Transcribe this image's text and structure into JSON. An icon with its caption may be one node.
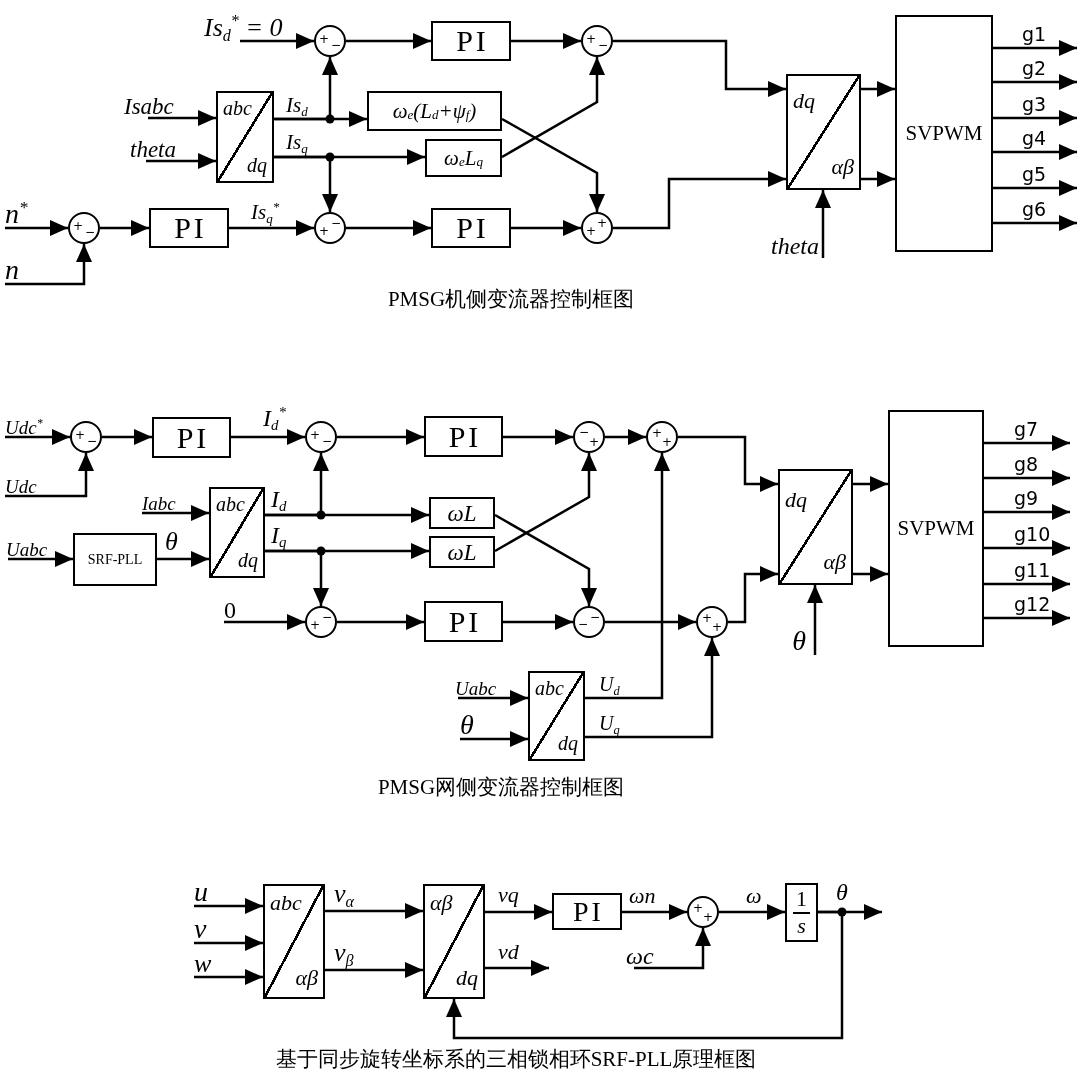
{
  "diagram": {
    "nodes": [
      {
        "text": [
          "Is$_{d}$$^{*}$ = 0"
        ]
      },
      {
        "text": [
          "+",
          "−"
        ]
      },
      {
        "text": [
          "PI"
        ]
      },
      {
        "text": [
          "+",
          "−"
        ]
      },
      {
        "text": [
          "Isabc"
        ]
      },
      {
        "text": [
          "theta"
        ]
      },
      {
        "text": [
          "abc",
          "dq"
        ]
      },
      {
        "text": [
          "ω$_{e}$(L$_{d}$+ψ$_{f}$)"
        ]
      },
      {
        "text": [
          "ω$_{e}$L$_{q}$"
        ]
      },
      {
        "text": [
          "n$^{*}$"
        ]
      },
      {
        "text": [
          "n"
        ]
      },
      {
        "text": [
          "+",
          "−"
        ]
      },
      {
        "text": [
          "PI"
        ]
      },
      {
        "text": [
          "+",
          "−"
        ]
      },
      {
        "text": [
          "PI"
        ]
      },
      {
        "text": [
          "+",
          "+"
        ]
      },
      {
        "text": [
          "dq",
          "αβ"
        ]
      },
      {
        "text": [
          "theta"
        ]
      },
      {
        "text": [
          "SVPWM"
        ]
      },
      {
        "text": [
          "Udc$^{*}$"
        ]
      },
      {
        "text": [
          "Udc"
        ]
      },
      {
        "text": [
          "+",
          "−"
        ]
      },
      {
        "text": [
          "PI"
        ]
      },
      {
        "text": [
          "+",
          "−"
        ]
      },
      {
        "text": [
          "PI"
        ]
      },
      {
        "text": [
          "−",
          "+"
        ]
      },
      {
        "text": [
          "+",
          "+"
        ]
      },
      {
        "text": [
          "Iabc"
        ]
      },
      {
        "text": [
          "Uabc"
        ]
      },
      {
        "text": [
          "SRF-PLL"
        ]
      },
      {
        "text": [
          "abc",
          "dq"
        ]
      },
      {
        "text": [
          "ωL"
        ]
      },
      {
        "text": [
          "ωL"
        ]
      },
      {
        "text": [
          "0"
        ]
      },
      {
        "text": [
          "+",
          "−"
        ]
      },
      {
        "text": [
          "PI"
        ]
      },
      {
        "text": [
          "−",
          "−"
        ]
      },
      {
        "text": [
          "+",
          "+"
        ]
      },
      {
        "text": [
          "dq",
          "αβ"
        ]
      },
      {
        "text": [
          "θ"
        ]
      },
      {
        "text": [
          "SVPWM"
        ]
      },
      {
        "text": [
          "Uabc"
        ]
      },
      {
        "text": [
          "θ"
        ]
      },
      {
        "text": [
          "abc",
          "dq"
        ]
      },
      {
        "text": [
          "u"
        ]
      },
      {
        "text": [
          "v"
        ]
      },
      {
        "text": [
          "w"
        ]
      },
      {
        "text": [
          "abc",
          "αβ"
        ]
      },
      {
        "text": [
          "αβ",
          "dq"
        ]
      },
      {
        "text": [
          "PI"
        ]
      },
      {
        "text": [
          "ωc"
        ]
      },
      {
        "text": [
          "+",
          "+"
        ]
      },
      {
        "text": [
          "1",
          "s"
        ]
      }
    ],
    "edges": [
      {
        "from": 0,
        "to": 1,
        "arrow": "to"
      },
      {
        "from": 1,
        "to": 2,
        "arrow": "to"
      },
      {
        "from": 2,
        "to": 3,
        "arrow": "to"
      },
      {
        "from": 3,
        "to": 16,
        "arrow": "to"
      },
      {
        "from": 4,
        "to": 6,
        "arrow": "to"
      },
      {
        "from": 5,
        "to": 6,
        "arrow": "to"
      },
      {
        "from": 6,
        "to": 7,
        "arrow": "to",
        "label": "Is$_{d}$"
      },
      {
        "from": 6,
        "to": 1,
        "arrow": "to"
      },
      {
        "from": 6,
        "to": 8,
        "arrow": "to",
        "label": "Is$_{q}$"
      },
      {
        "from": 6,
        "to": 13,
        "arrow": "to"
      },
      {
        "from": 7,
        "to": 15,
        "arrow": "to"
      },
      {
        "from": 8,
        "to": 3,
        "arrow": "to"
      },
      {
        "from": 9,
        "to": 11,
        "arrow": "to"
      },
      {
        "from": 10,
        "to": 11,
        "arrow": "to"
      },
      {
        "from": 11,
        "to": 12,
        "arrow": "to"
      },
      {
        "from": 12,
        "to": 13,
        "arrow": "to",
        "label": "Is$_{q}$$^{*}$"
      },
      {
        "from": 13,
        "to": 14,
        "arrow": "to"
      },
      {
        "from": 14,
        "to": 15,
        "arrow": "to"
      },
      {
        "from": 15,
        "to": 16,
        "arrow": "to"
      },
      {
        "from": 17,
        "to": 16,
        "arrow": "to"
      },
      {
        "from": 16,
        "to": 18,
        "arrow": "to"
      },
      {
        "from": 16,
        "to": 18,
        "arrow": "to"
      },
      {
        "from": 18,
        "to": null,
        "arrow": "to",
        "label": "g1"
      },
      {
        "from": 18,
        "to": null,
        "arrow": "to",
        "label": "g2"
      },
      {
        "from": 18,
        "to": null,
        "arrow": "to",
        "label": "g3"
      },
      {
        "from": 18,
        "to": null,
        "arrow": "to",
        "label": "g4"
      },
      {
        "from": 18,
        "to": null,
        "arrow": "to",
        "label": "g5"
      },
      {
        "from": 18,
        "to": null,
        "arrow": "to",
        "label": "g6"
      },
      {
        "from": 19,
        "to": 21,
        "arrow": "to"
      },
      {
        "from": 20,
        "to": 21,
        "arrow": "to"
      },
      {
        "from": 21,
        "to": 22,
        "arrow": "to"
      },
      {
        "from": 22,
        "to": 23,
        "arrow": "to",
        "label": "I$_{d}$$^{*}$"
      },
      {
        "from": 23,
        "to": 24,
        "arrow": "to"
      },
      {
        "from": 24,
        "to": 25,
        "arrow": "to"
      },
      {
        "from": 25,
        "to": 26,
        "arrow": "to"
      },
      {
        "from": 26,
        "to": 38,
        "arrow": "to"
      },
      {
        "from": 27,
        "to": 30,
        "arrow": "to"
      },
      {
        "from": 28,
        "to": 29,
        "arrow": "to"
      },
      {
        "from": 29,
        "to": 30,
        "arrow": "to",
        "label": "θ"
      },
      {
        "from": 30,
        "to": 31,
        "arrow": "to",
        "label": "I$_{d}$"
      },
      {
        "from": 30,
        "to": 23,
        "arrow": "to"
      },
      {
        "from": 30,
        "to": 32,
        "arrow": "to",
        "label": "I$_{q}$"
      },
      {
        "from": 30,
        "to": 34,
        "arrow": "to"
      },
      {
        "from": 31,
        "to": 36,
        "arrow": "to"
      },
      {
        "from": 32,
        "to": 25,
        "arrow": "to"
      },
      {
        "from": 33,
        "to": 34,
        "arrow": "to"
      },
      {
        "from": 34,
        "to": 35,
        "arrow": "to"
      },
      {
        "from": 35,
        "to": 36,
        "arrow": "to"
      },
      {
        "from": 36,
        "to": 37,
        "arrow": "to"
      },
      {
        "from": 37,
        "to": 38,
        "arrow": "to"
      },
      {
        "from": 39,
        "to": 38,
        "arrow": "to"
      },
      {
        "from": 38,
        "to": 40,
        "arrow": "to"
      },
      {
        "from": 38,
        "to": 40,
        "arrow": "to"
      },
      {
        "from": 40,
        "to": null,
        "arrow": "to",
        "label": "g7"
      },
      {
        "from": 40,
        "to": null,
        "arrow": "to",
        "label": "g8"
      },
      {
        "from": 40,
        "to": null,
        "arrow": "to",
        "label": "g9"
      },
      {
        "from": 40,
        "to": null,
        "arrow": "to",
        "label": "g10"
      },
      {
        "from": 40,
        "to": null,
        "arrow": "to",
        "label": "g11"
      },
      {
        "from": 40,
        "to": null,
        "arrow": "to",
        "label": "g12"
      },
      {
        "from": 41,
        "to": 43,
        "arrow": "to"
      },
      {
        "from": 42,
        "to": 43,
        "arrow": "to"
      },
      {
        "from": 43,
        "to": 26,
        "arrow": "to",
        "label": "U$_{d}$"
      },
      {
        "from": 43,
        "to": 37,
        "arrow": "to",
        "label": "U$_{q}$"
      },
      {
        "from": 44,
        "to": 47,
        "arrow": "to"
      },
      {
        "from": 45,
        "to": 47,
        "arrow": "to"
      },
      {
        "from": 46,
        "to": 47,
        "arrow": "to"
      },
      {
        "from": 47,
        "to": 48,
        "arrow": "to",
        "label": "v$_{α}$"
      },
      {
        "from": 47,
        "to": 48,
        "arrow": "to",
        "label": "v$_{β}$"
      },
      {
        "from": 48,
        "to": 49,
        "arrow": "to",
        "label": "vq"
      },
      {
        "from": 48,
        "to": null,
        "arrow": "to",
        "label": "vd"
      },
      {
        "from": 49,
        "to": 51,
        "arrow": "to",
        "label": "ωn"
      },
      {
        "from": 50,
        "to": 51,
        "arrow": "to"
      },
      {
        "from": 51,
        "to": 52,
        "arrow": "to",
        "label": "ω"
      },
      {
        "from": 52,
        "to": null,
        "arrow": "to",
        "label": "θ"
      },
      {
        "from": 52,
        "to": 48,
        "arrow": "to"
      }
    ],
    "labels": [
      "PMSG机侧变流器控制框图",
      "PMSG网侧变流器控制框图",
      "基于同步旋转坐标系的三相锁相环SRF-PLL原理框图"
    ]
  }
}
